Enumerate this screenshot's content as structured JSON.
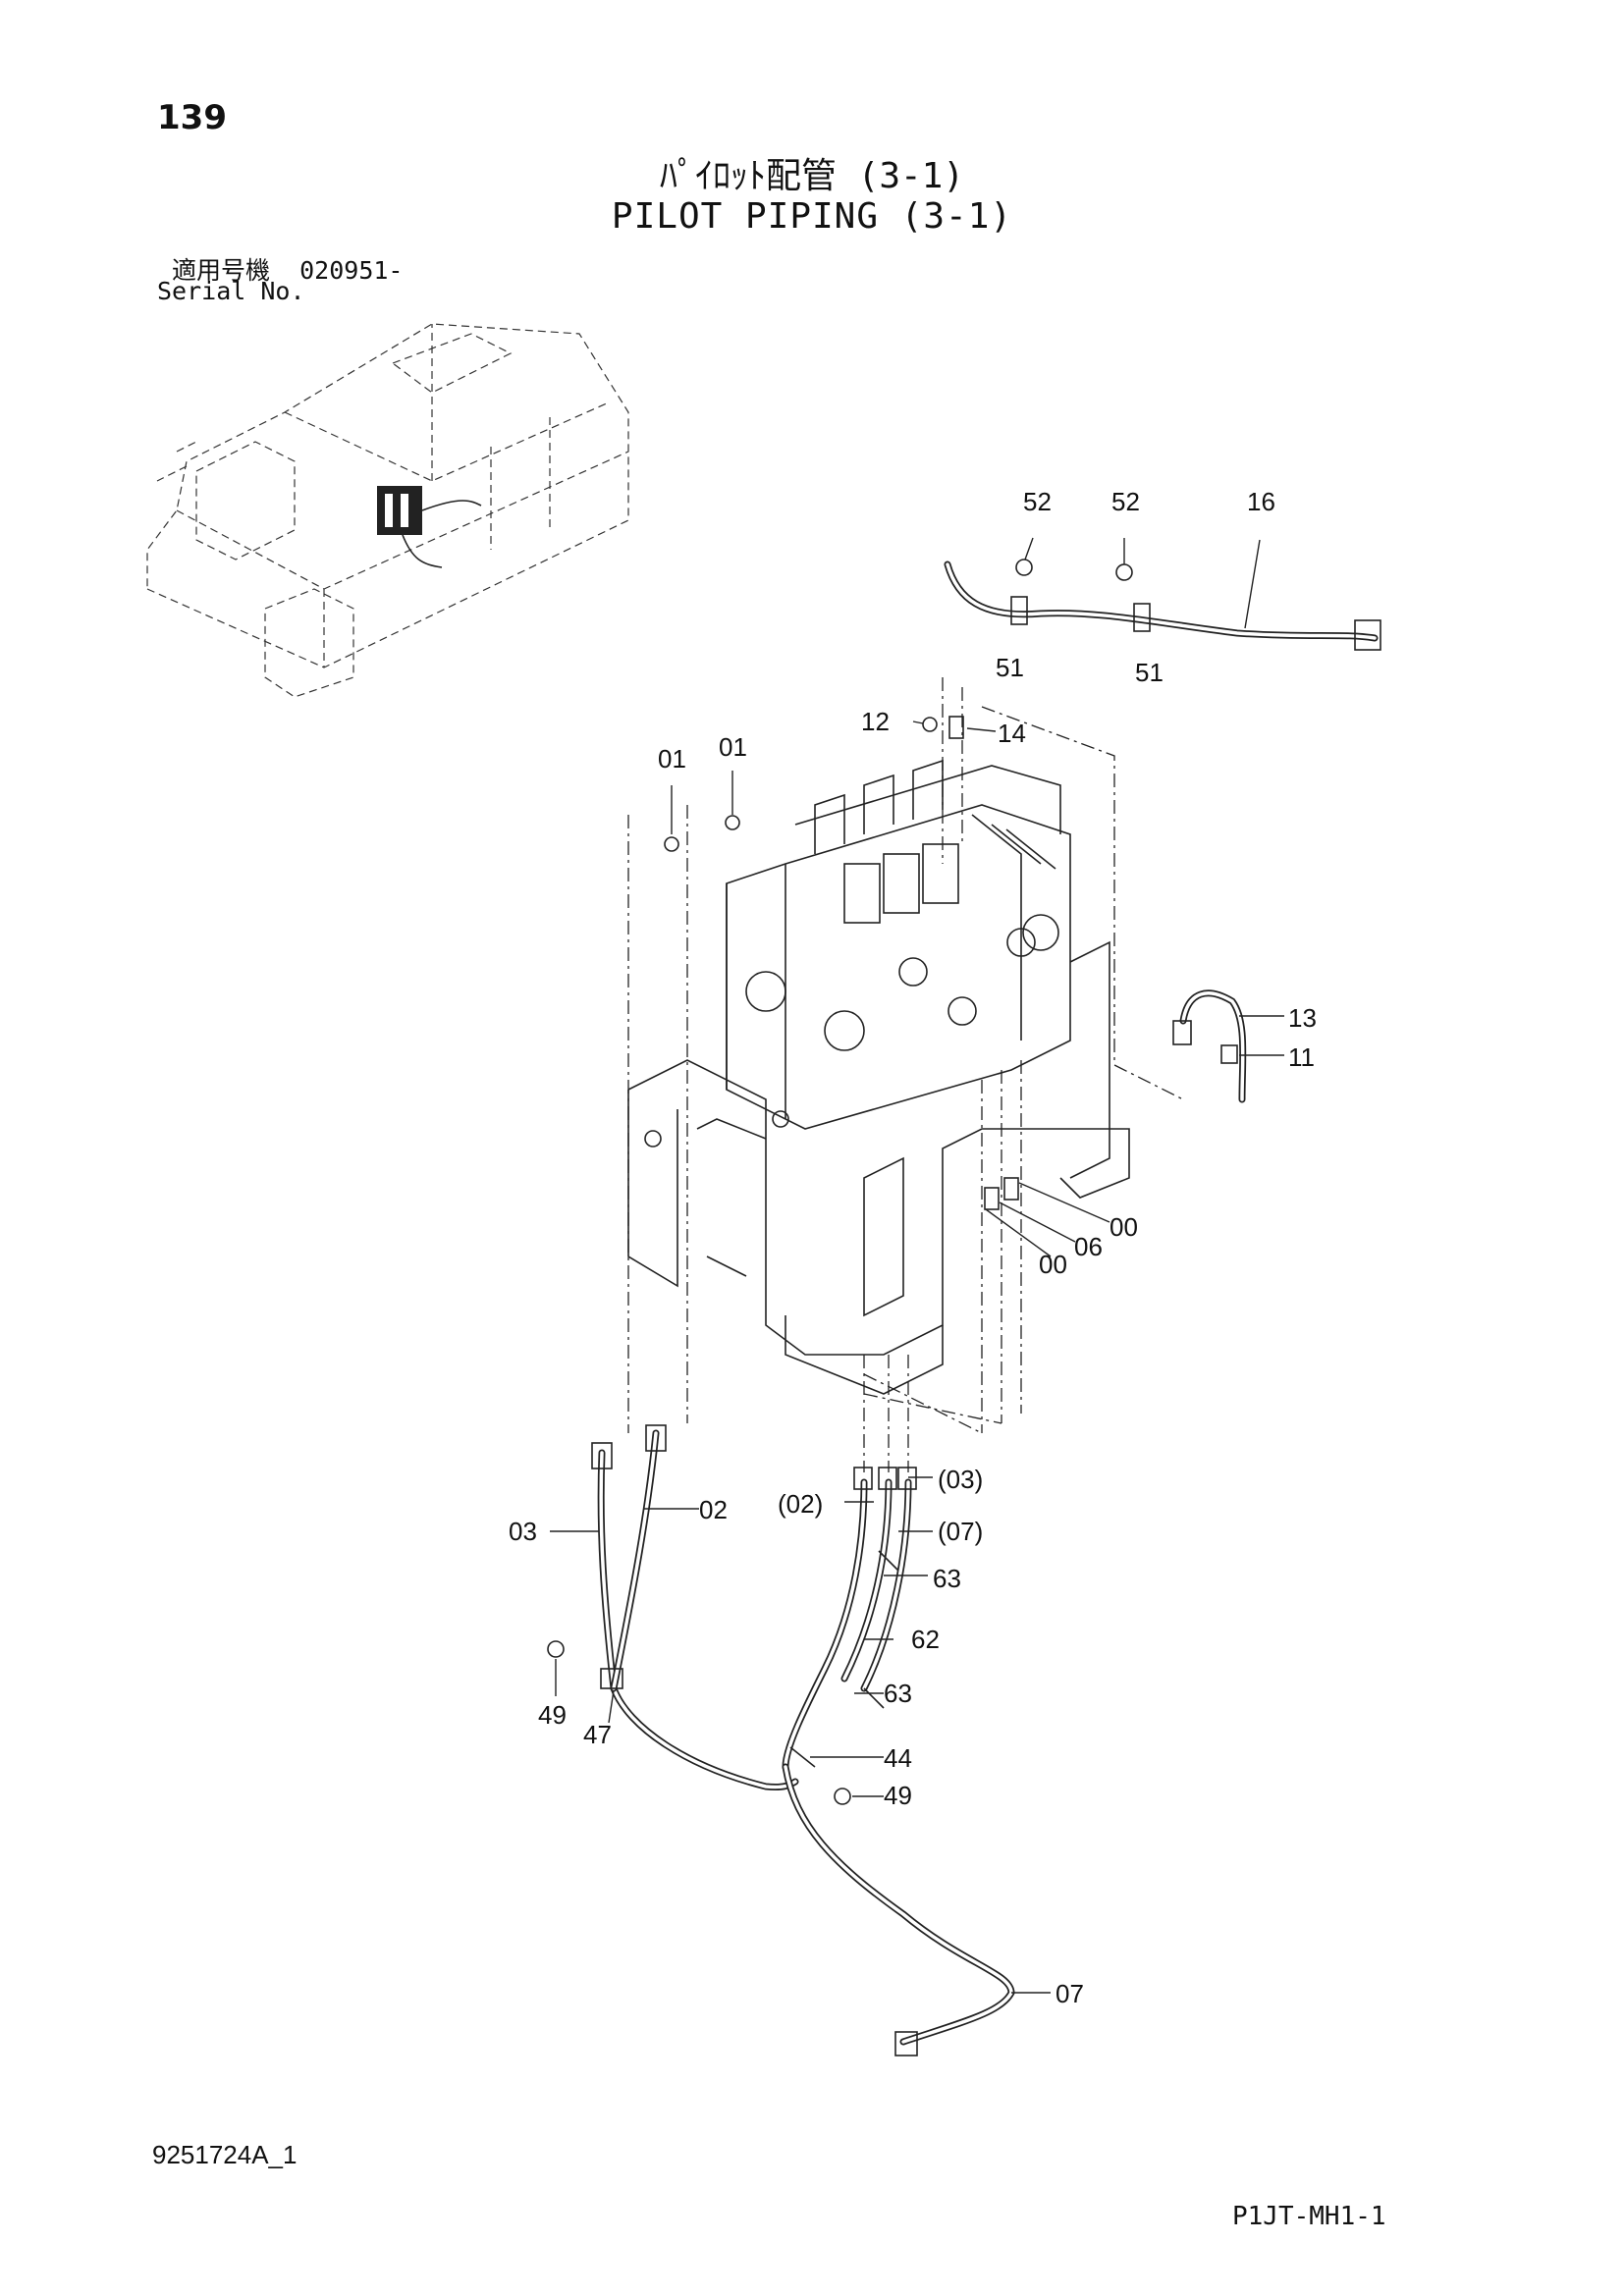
{
  "header": {
    "page_number": "139",
    "title_jp": "ﾊﾟｲﾛｯﾄ配管 (3-1)",
    "title_en": "PILOT PIPING (3-1)",
    "serial_label_jp": "適用号機",
    "serial_value": "020951-",
    "serial_label_en": "Serial No."
  },
  "footer": {
    "document_code": "9251724A_1",
    "page_code": "P1JT-MH1-1"
  },
  "callouts": [
    {
      "id": "c52a",
      "text": "52"
    },
    {
      "id": "c52b",
      "text": "52"
    },
    {
      "id": "c16",
      "text": "16"
    },
    {
      "id": "c51a",
      "text": "51"
    },
    {
      "id": "c51b",
      "text": "51"
    },
    {
      "id": "c12",
      "text": "12"
    },
    {
      "id": "c14",
      "text": "14"
    },
    {
      "id": "c01a",
      "text": "01"
    },
    {
      "id": "c01b",
      "text": "01"
    },
    {
      "id": "c13",
      "text": "13"
    },
    {
      "id": "c11",
      "text": "11"
    },
    {
      "id": "c00a",
      "text": "00"
    },
    {
      "id": "c06",
      "text": "06"
    },
    {
      "id": "c00b",
      "text": "00"
    },
    {
      "id": "c03p",
      "text": "(03)"
    },
    {
      "id": "c02p",
      "text": "(02)"
    },
    {
      "id": "c07p",
      "text": "(07)"
    },
    {
      "id": "c03",
      "text": "03"
    },
    {
      "id": "c02",
      "text": "02"
    },
    {
      "id": "c63a",
      "text": "63"
    },
    {
      "id": "c62",
      "text": "62"
    },
    {
      "id": "c63b",
      "text": "63"
    },
    {
      "id": "c49a",
      "text": "49"
    },
    {
      "id": "c47",
      "text": "47"
    },
    {
      "id": "c44",
      "text": "44"
    },
    {
      "id": "c49b",
      "text": "49"
    },
    {
      "id": "c07",
      "text": "07"
    }
  ]
}
